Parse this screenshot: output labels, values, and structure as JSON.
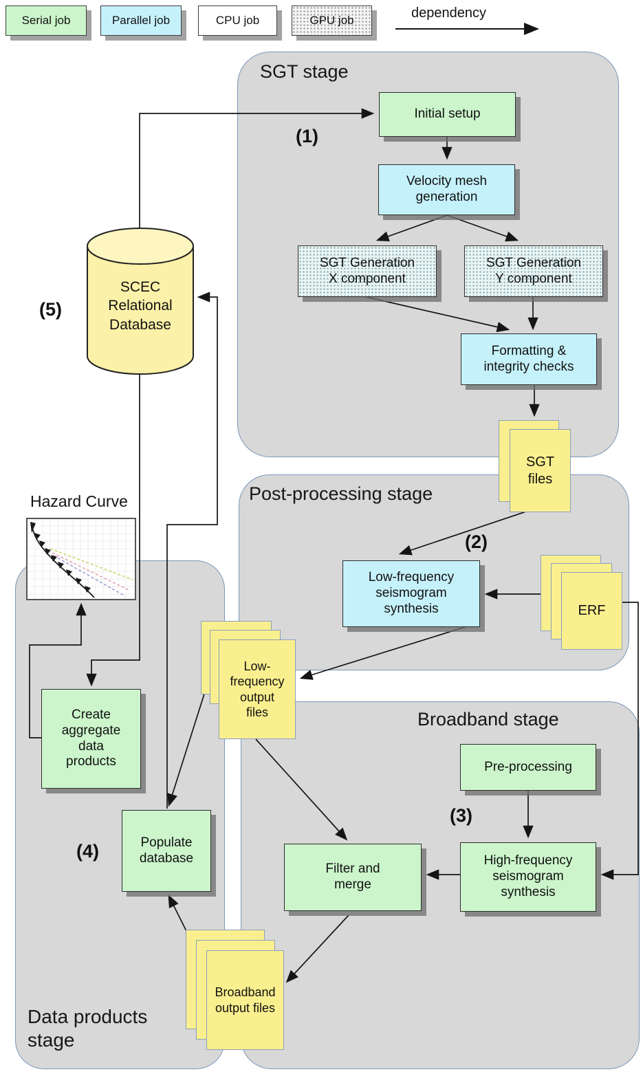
{
  "legend": {
    "items": [
      {
        "label": "Serial job",
        "type": "serial"
      },
      {
        "label": "Parallel job",
        "type": "parallel"
      },
      {
        "label": "CPU job",
        "type": "cpu"
      },
      {
        "label": "GPU job",
        "type": "gpu"
      }
    ],
    "dependency_label": "dependency"
  },
  "stages": {
    "sgt": {
      "title": "SGT stage",
      "number": "(1)"
    },
    "post": {
      "title": "Post-processing stage",
      "number": "(2)"
    },
    "broadband": {
      "title": "Broadband stage",
      "number": "(3)"
    },
    "data": {
      "title": "Data products\nstage",
      "number": "(4)"
    }
  },
  "nodes": {
    "initial_setup": {
      "label": "Initial setup",
      "job_type": "serial"
    },
    "velocity_mesh": {
      "label": "Velocity mesh\ngeneration",
      "job_type": "parallel"
    },
    "sgt_gen_x": {
      "label": "SGT Generation\nX component",
      "job_type": "gpu"
    },
    "sgt_gen_y": {
      "label": "SGT Generation\nY component",
      "job_type": "gpu"
    },
    "formatting": {
      "label": "Formatting &\nintegrity checks",
      "job_type": "parallel"
    },
    "sgt_files": {
      "label": "SGT\nfiles",
      "job_type": "files"
    },
    "lf_synthesis": {
      "label": "Low-frequency\nseismogram\nsynthesis",
      "job_type": "parallel"
    },
    "erf": {
      "label": "ERF",
      "job_type": "files"
    },
    "lf_output": {
      "label": "Low-\nfrequency\noutput\nfiles",
      "job_type": "files"
    },
    "create_aggregate": {
      "label": "Create\naggregate\ndata\nproducts",
      "job_type": "serial"
    },
    "populate_db": {
      "label": "Populate\ndatabase",
      "job_type": "serial"
    },
    "pre_processing": {
      "label": "Pre-processing",
      "job_type": "serial"
    },
    "hf_synthesis": {
      "label": "High-frequency\nseismogram\nsynthesis",
      "job_type": "serial"
    },
    "filter_merge": {
      "label": "Filter and\nmerge",
      "job_type": "serial"
    },
    "bb_output": {
      "label": "Broadband\noutput files",
      "job_type": "files"
    }
  },
  "database": {
    "label": "SCEC\nRelational\nDatabase",
    "number": "(5)"
  },
  "hazard_curve": {
    "title": "Hazard Curve"
  },
  "colors": {
    "serial": "#ccf5cb",
    "parallel": "#c5f1fb",
    "cpu": "#ffffff",
    "yellow": "#faef8f",
    "cylinder": "#fbf1a8",
    "container": "#d8d8d8",
    "container_border": "#7b96b8",
    "line": "#151515"
  }
}
